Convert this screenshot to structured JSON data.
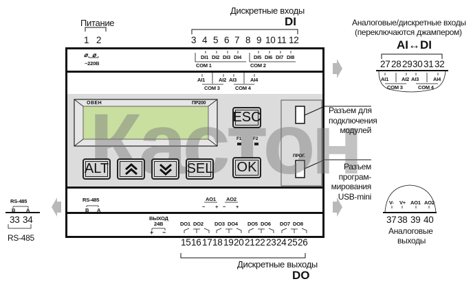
{
  "top": {
    "power_title": "Питание",
    "power_terminals": [
      "1",
      "2"
    ],
    "power_label": "~220В",
    "di_title": "Дискретные входы",
    "di_code": "DI",
    "di_terminals": [
      "3",
      "4",
      "5",
      "6",
      "7",
      "8",
      "9",
      "10",
      "11",
      "12"
    ],
    "di_labels_group1": [
      "DI1",
      "DI2",
      "DI3",
      "DI4"
    ],
    "di_labels_group2": [
      "DI5",
      "DI6",
      "DI7",
      "DI8"
    ],
    "com1": "COM 1",
    "com2": "COM 2",
    "ai_labels": [
      "AI1",
      "AI2",
      "AI3",
      "AI4"
    ],
    "com3": "COM 3",
    "com4": "COM 4"
  },
  "right_top": {
    "title_line1": "Аналоговые/дискретные входы",
    "title_line2": "(переключаются джампером)",
    "code": "AI↔DI",
    "terminals": [
      "27",
      "28",
      "29",
      "30",
      "31",
      "32"
    ],
    "ai_labels": [
      "AI1",
      "AI2",
      "AI3",
      "AI4"
    ],
    "com3": "COM 3",
    "com4": "COM 4"
  },
  "face": {
    "brand": "ОВЕН",
    "model": "ПР200",
    "buttons": {
      "esc": "ESC",
      "ok": "OK",
      "alt": "ALT",
      "up": "⌃⌃",
      "down": "⌄⌄",
      "sel": "SEL"
    },
    "leds": [
      "F1",
      "F2"
    ],
    "prog_label": "ПРОГ.",
    "lcd_color": "#c8dfa0"
  },
  "callouts": {
    "module_connector": [
      "Разъем для",
      "подключения",
      "модулей"
    ],
    "usb_connector": [
      "Разъем",
      "програм-",
      "мирования",
      "USB-mini"
    ]
  },
  "bottom": {
    "rs485_label": "RS-485",
    "rs485_b": "B",
    "rs485_a": "A",
    "ao1": "AO1",
    "ao2": "AO2",
    "minus": "−",
    "plus": "+",
    "out24_line1": "ВЫХОД",
    "out24_line2": "24В",
    "do_labels": [
      "DO1",
      "DO2",
      "DO3",
      "DO4",
      "DO5",
      "DO6",
      "DO7",
      "DO8"
    ],
    "do_terminals": [
      "15",
      "16",
      "17",
      "18",
      "19",
      "20",
      "21",
      "22",
      "23",
      "24",
      "25",
      "26"
    ],
    "do_title": "Дискретные выходы",
    "do_code": "DO"
  },
  "left": {
    "rs485_label": "RS-485",
    "b": "B",
    "a": "A",
    "terminals": [
      "33",
      "34"
    ],
    "caption": "RS-485"
  },
  "right_bottom": {
    "labels": [
      "V-",
      "V+",
      "AO1",
      "AO2"
    ],
    "terminals": [
      "37",
      "38",
      "39",
      "40"
    ],
    "caption_line1": "Аналоговые",
    "caption_line2": "выходы"
  },
  "watermark": "Кастон"
}
